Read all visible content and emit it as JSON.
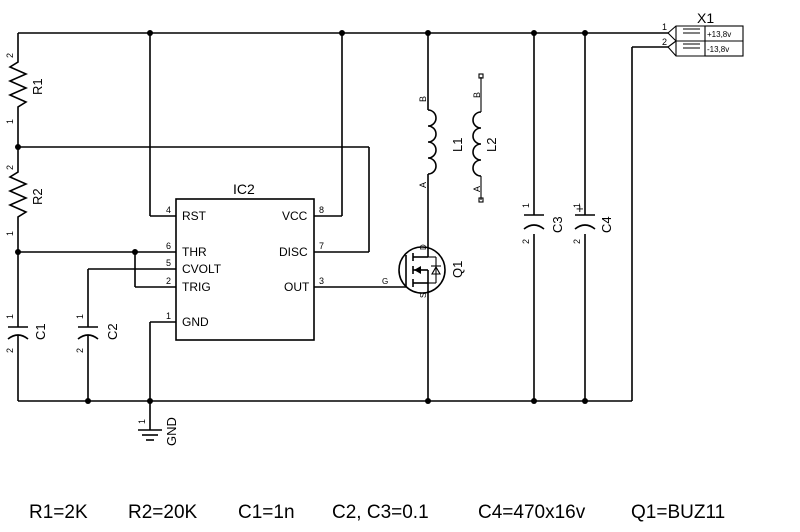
{
  "components": {
    "r1": "R1",
    "r2": "R2",
    "c1": "C1",
    "c2": "C2",
    "c3": "C3",
    "c4": "C4",
    "ic2": "IC2",
    "l1": "L1",
    "l2": "L2",
    "q1": "Q1",
    "x1": "X1",
    "gnd": "GND"
  },
  "ic_pins": {
    "rst": "RST",
    "thr": "THR",
    "cvolt": "CVOLT",
    "trig": "TRIG",
    "gnd": "GND",
    "vcc": "VCC",
    "disc": "DISC",
    "out": "OUT"
  },
  "ic_pin_numbers": {
    "rst": "4",
    "thr": "6",
    "cvolt": "5",
    "trig": "2",
    "gnd": "1",
    "vcc": "8",
    "disc": "7",
    "out": "3"
  },
  "pin_numbers": {
    "one": "1",
    "two": "2"
  },
  "coil_terminals": {
    "a": "A",
    "b": "B"
  },
  "mosfet_terminals": {
    "gate": "G",
    "drain": "D",
    "source": "S"
  },
  "polarity": "+",
  "connector": {
    "pin1_label": "+13,8v",
    "pin2_label": "-13,8v"
  },
  "caption": {
    "r1": "R1=2K",
    "r2": "R2=20K",
    "c1": "C1=1n",
    "c2c3": "C2, C3=0.1",
    "c4": "C4=470x16v",
    "q1": "Q1=BUZ11"
  }
}
